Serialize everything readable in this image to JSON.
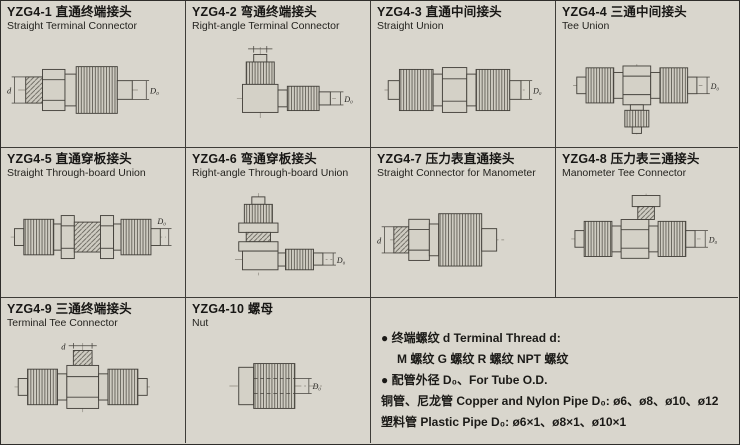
{
  "page": {
    "bg_color": "#d9d6cd",
    "line_color": "#3e3c38"
  },
  "cells": [
    {
      "code": "YZG4-1",
      "title_cn": "直通终端接头",
      "title_en": "Straight Terminal Connector",
      "dim_d": "d",
      "dim_do": "D₀"
    },
    {
      "code": "YZG4-2",
      "title_cn": "弯通终端接头",
      "title_en": "Right-angle Terminal Connector",
      "dim_do": "D₀"
    },
    {
      "code": "YZG4-3",
      "title_cn": "直通中间接头",
      "title_en": "Straight Union",
      "dim_do": "D₀"
    },
    {
      "code": "YZG4-4",
      "title_cn": "三通中间接头",
      "title_en": "Tee Union",
      "dim_do": "D₀"
    },
    {
      "code": "YZG4-5",
      "title_cn": "直通穿板接头",
      "title_en": "Straight Through-board Union",
      "dim_do": "D₀"
    },
    {
      "code": "YZG4-6",
      "title_cn": "弯通穿板接头",
      "title_en": "Right-angle Through-board Union",
      "dim_do": "D₀"
    },
    {
      "code": "YZG4-7",
      "title_cn": "压力表直通接头",
      "title_en": "Straight Connector for Manometer",
      "dim_d": "d"
    },
    {
      "code": "YZG4-8",
      "title_cn": "压力表三通接头",
      "title_en": "Manometer Tee Connector",
      "dim_do": "D₀"
    },
    {
      "code": "YZG4-9",
      "title_cn": "三通终端接头",
      "title_en": "Terminal Tee Connector",
      "dim_d": "d"
    },
    {
      "code": "YZG4-10",
      "title_cn": "螺母",
      "title_en": "Nut",
      "dim_do": "D₀"
    }
  ],
  "notes": {
    "lines": [
      "● 终端螺纹  d Terminal Thread d:",
      "M 螺纹   G 螺纹   R 螺纹   NPT 螺纹",
      "● 配管外径 D₀、For Tube O.D.",
      "铜管、尼龙管 Copper and Nylon Pipe  D₀: ø6、ø8、ø10、ø12",
      "塑料管 Plastic Pipe D₀: ø6×1、ø8×1、ø10×1"
    ]
  }
}
